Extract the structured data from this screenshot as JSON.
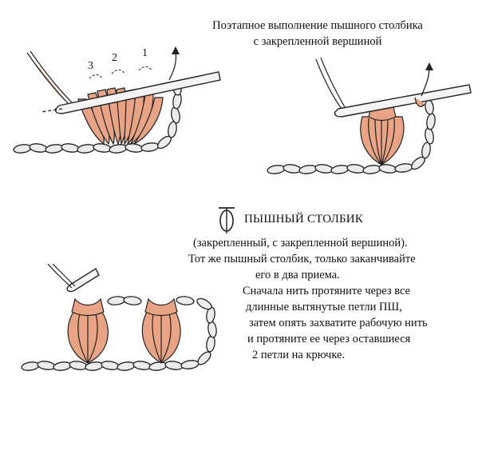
{
  "title": {
    "line1": "Поэтапное выполнение пышного столбика",
    "line2": "с закрепленной вершиной"
  },
  "figure1": {
    "labels": [
      "3",
      "2",
      "1"
    ]
  },
  "section": {
    "heading": "ПЫШНЫЙ СТОЛБИК",
    "lines": [
      "(закрепленный, с закрепленной вершиной).",
      "Тот же пышный столбик, только заканчивайте",
      "его в два приема.",
      "Сначала нить протяните через все",
      "длинные вытянутые петли ПШ,",
      "затем опять захватите рабочую нить",
      "и протяните ее через оставшиеся",
      "2 петли на крючке."
    ]
  },
  "colors": {
    "yarn": "#e9a486",
    "chain": "#ececec",
    "outline": "#222222",
    "hook": "#f4f4f4"
  },
  "icons": [
    "crochet-hook-icon",
    "puff-stitch-symbol-icon",
    "arrow-up-icon"
  ]
}
